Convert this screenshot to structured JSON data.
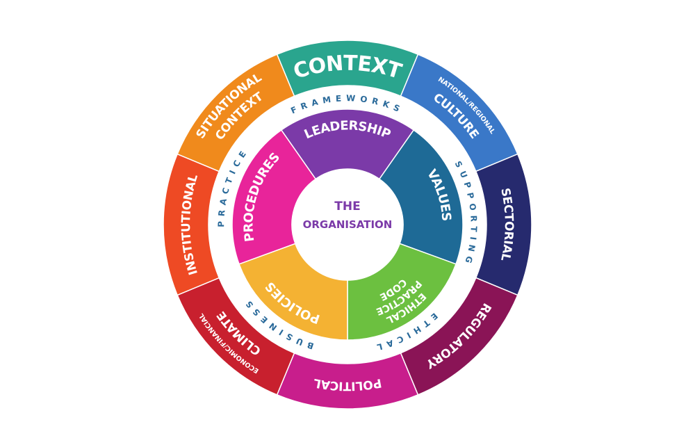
{
  "center": {
    "lines": [
      "THE",
      "ORGANISATION"
    ],
    "color": "#7b3aa8"
  },
  "outer_ring": [
    {
      "lines": [
        "CONTEXT"
      ],
      "color": "#2aa58e",
      "big": true
    },
    {
      "lines": [
        "NATIONAL/REGIONAL",
        "CULTURE"
      ],
      "color": "#3a78c8"
    },
    {
      "lines": [
        "SECTORIAL"
      ],
      "color": "#262a6e"
    },
    {
      "lines": [
        "REGULATORY"
      ],
      "color": "#8a1456"
    },
    {
      "lines": [
        "POLITICAL"
      ],
      "color": "#c81e8c"
    },
    {
      "lines": [
        "ECONOMIC/FINANCIAL",
        "CLIMATE"
      ],
      "color": "#c8202e"
    },
    {
      "lines": [
        "INSTITUTIONAL"
      ],
      "color": "#ee4a24"
    },
    {
      "lines": [
        "SITUATIONAL",
        "CONTEXT"
      ],
      "color": "#f08a1c"
    }
  ],
  "ring_words": [
    "FRAMEWORKS",
    "SUPPORTING",
    "ETHICAL",
    "BUSINESS",
    "PRACTICE"
  ],
  "ring_text_color": "#2a6a9a",
  "inner_segments": [
    {
      "lines": [
        "LEADERSHIP"
      ],
      "color": "#7b3aa8"
    },
    {
      "lines": [
        "VALUES"
      ],
      "color": "#1e6a96"
    },
    {
      "lines": [
        "ETHICAL",
        "PRACTICE",
        "CODE"
      ],
      "color": "#6cc040"
    },
    {
      "lines": [
        "POLICIES"
      ],
      "color": "#f4b233"
    },
    {
      "lines": [
        "PROCEDURES"
      ],
      "color": "#e8249a"
    }
  ]
}
